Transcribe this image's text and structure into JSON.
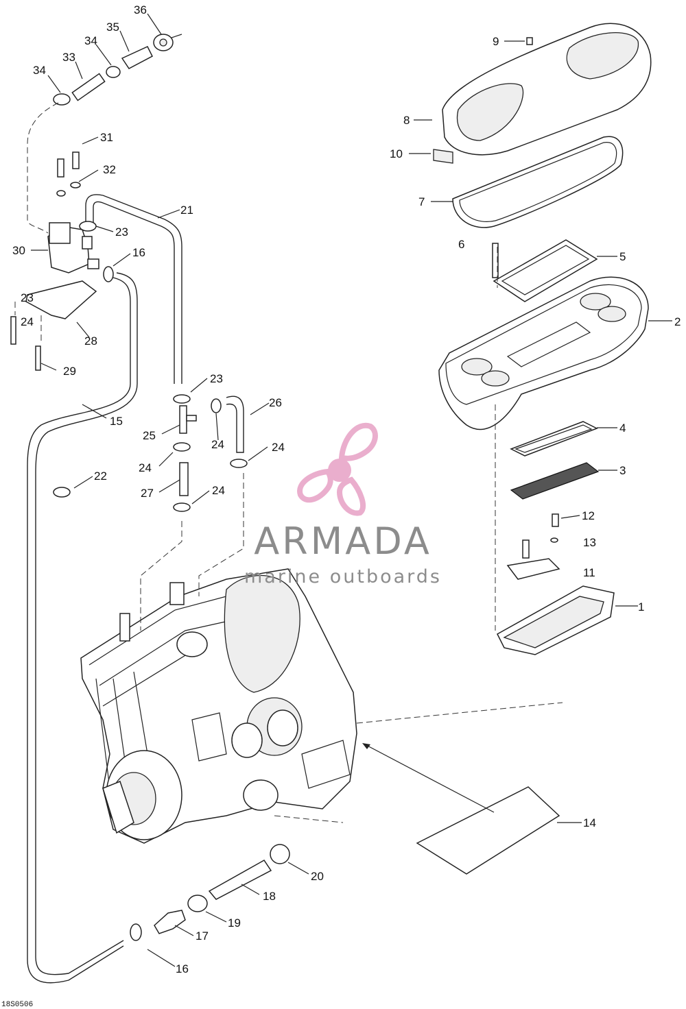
{
  "diagram": {
    "code": "18S0506",
    "labels": [
      "1",
      "2",
      "3",
      "4",
      "5",
      "6",
      "7",
      "8",
      "9",
      "10",
      "11",
      "12",
      "13",
      "14",
      "15",
      "16",
      "16",
      "17",
      "18",
      "19",
      "20",
      "21",
      "22",
      "23",
      "23",
      "23",
      "24",
      "24",
      "24",
      "24",
      "24",
      "25",
      "26",
      "27",
      "28",
      "29",
      "30",
      "31",
      "32",
      "33",
      "34",
      "34",
      "35",
      "36"
    ]
  },
  "watermark": {
    "title": "ARMADA",
    "subtitle": "marine outboards",
    "color": "#e8a6c8",
    "logo": "propeller-logo"
  }
}
